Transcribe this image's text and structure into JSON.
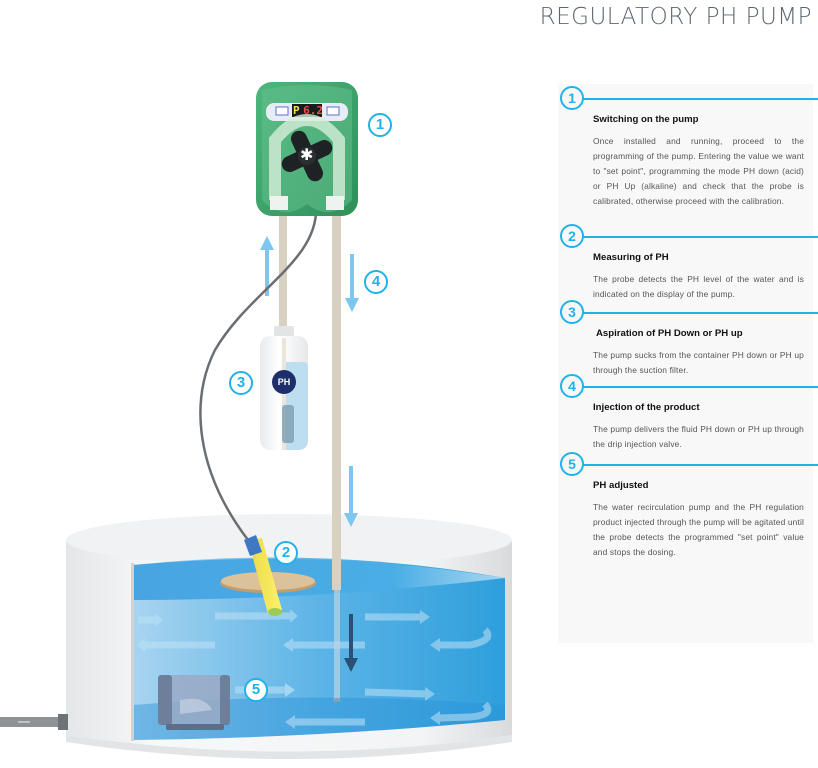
{
  "page": {
    "title": "REGULATORY PH PUMP"
  },
  "diagram": {
    "pump_display": {
      "mode_letter": "P",
      "value": "6.2"
    },
    "bottle_label": "PH",
    "callouts": [
      "1",
      "2",
      "3",
      "4",
      "5"
    ],
    "colors": {
      "accent": "#1fb3e8",
      "water": "#3aa8e0",
      "pump_green": "#3aa26a",
      "tube": "#d8d0c0",
      "bottle_badge": "#1d2f6b"
    }
  },
  "steps": [
    {
      "number": "1",
      "heading": "Switching on the pump",
      "body": "Once installed and running, proceed to the programming of the pump. Entering the value we want to \"set point\", programming the mode PH down (acid) or PH Up (alkaline) and check that the probe is calibrated, otherwise proceed with the calibration."
    },
    {
      "number": "2",
      "heading": "Measuring of PH",
      "body": "The probe detects the PH level of the water and is indicated on the display of the pump."
    },
    {
      "number": "3",
      "heading": "Aspiration of PH Down or PH up",
      "body": "The pump sucks from the container PH down or PH up through the suction filter."
    },
    {
      "number": "4",
      "heading": "Injection of the product",
      "body": "The pump delivers the fluid PH down or PH up through the drip injection valve."
    },
    {
      "number": "5",
      "heading": "PH adjusted",
      "body": "The water recirculation pump and the PH regulation product injected through the pump will be agitated until the probe detects the programmed \"set point\" value and stops the dosing."
    }
  ]
}
